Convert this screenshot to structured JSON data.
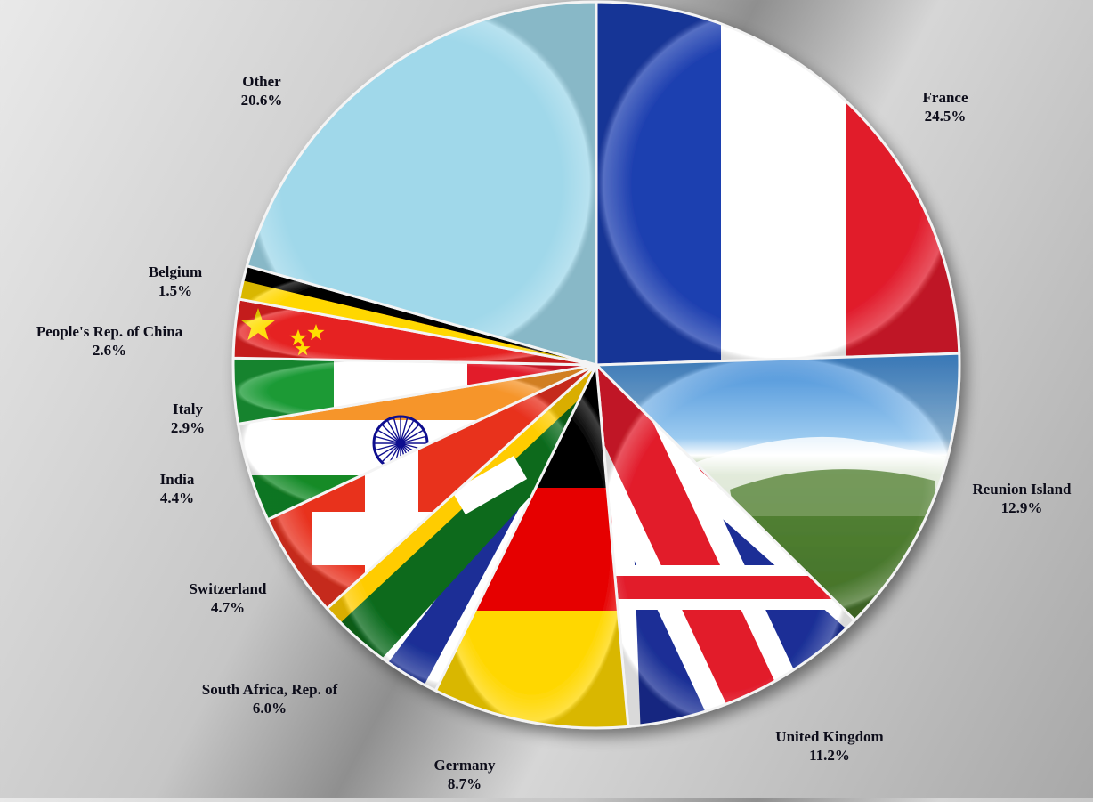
{
  "chart_data": {
    "type": "pie",
    "title": "",
    "start_angle_deg": 0,
    "direction": "clockwise",
    "slices": [
      {
        "label": "France",
        "value": 24.5,
        "display": "24.5%",
        "pattern": "flag-france"
      },
      {
        "label": "Reunion Island",
        "value": 12.9,
        "display": "12.9%",
        "pattern": "landscape-reunion"
      },
      {
        "label": "United Kingdom",
        "value": 11.2,
        "display": "11.2%",
        "pattern": "flag-uk"
      },
      {
        "label": "Germany",
        "value": 8.7,
        "display": "8.7%",
        "pattern": "flag-germany"
      },
      {
        "label": "South Africa, Rep. of",
        "value": 6.0,
        "display": "6.0%",
        "pattern": "flag-south-africa"
      },
      {
        "label": "Switzerland",
        "value": 4.7,
        "display": "4.7%",
        "pattern": "flag-switzerland"
      },
      {
        "label": "India",
        "value": 4.4,
        "display": "4.4%",
        "pattern": "flag-india"
      },
      {
        "label": "Italy",
        "value": 2.9,
        "display": "2.9%",
        "pattern": "flag-italy"
      },
      {
        "label": "People's Rep. of China",
        "value": 2.6,
        "display": "2.6%",
        "pattern": "flag-china"
      },
      {
        "label": "Belgium",
        "value": 1.5,
        "display": "1.5%",
        "pattern": "flag-belgium"
      },
      {
        "label": "Other",
        "value": 20.6,
        "display": "20.6%",
        "pattern": "solid-lightblue"
      }
    ],
    "colors": {
      "france": [
        "#1d3fb0",
        "#ffffff",
        "#e11b2b"
      ],
      "reunion": [
        "#4f8fd0",
        "#5d8a3a",
        "#2b5a1f"
      ],
      "uk": [
        "#1a2f96",
        "#ffffff",
        "#e21c2b"
      ],
      "germany": [
        "#000000",
        "#e60000",
        "#ffd700"
      ],
      "south_africa": [
        "#0b6b1d",
        "#ffcc00",
        "#1a2f96",
        "#e21c2b",
        "#ffffff",
        "#000000"
      ],
      "switzerland": [
        "#e8311e",
        "#ffffff"
      ],
      "india": [
        "#f6952a",
        "#ffffff",
        "#138a26",
        "#11118f"
      ],
      "italy": [
        "#1a9a35",
        "#ffffff",
        "#e21c2b"
      ],
      "china": [
        "#e62424",
        "#ffde00"
      ],
      "belgium": [
        "#000000",
        "#ffd700",
        "#e21c2b"
      ],
      "other": "#a0d8ea"
    }
  }
}
